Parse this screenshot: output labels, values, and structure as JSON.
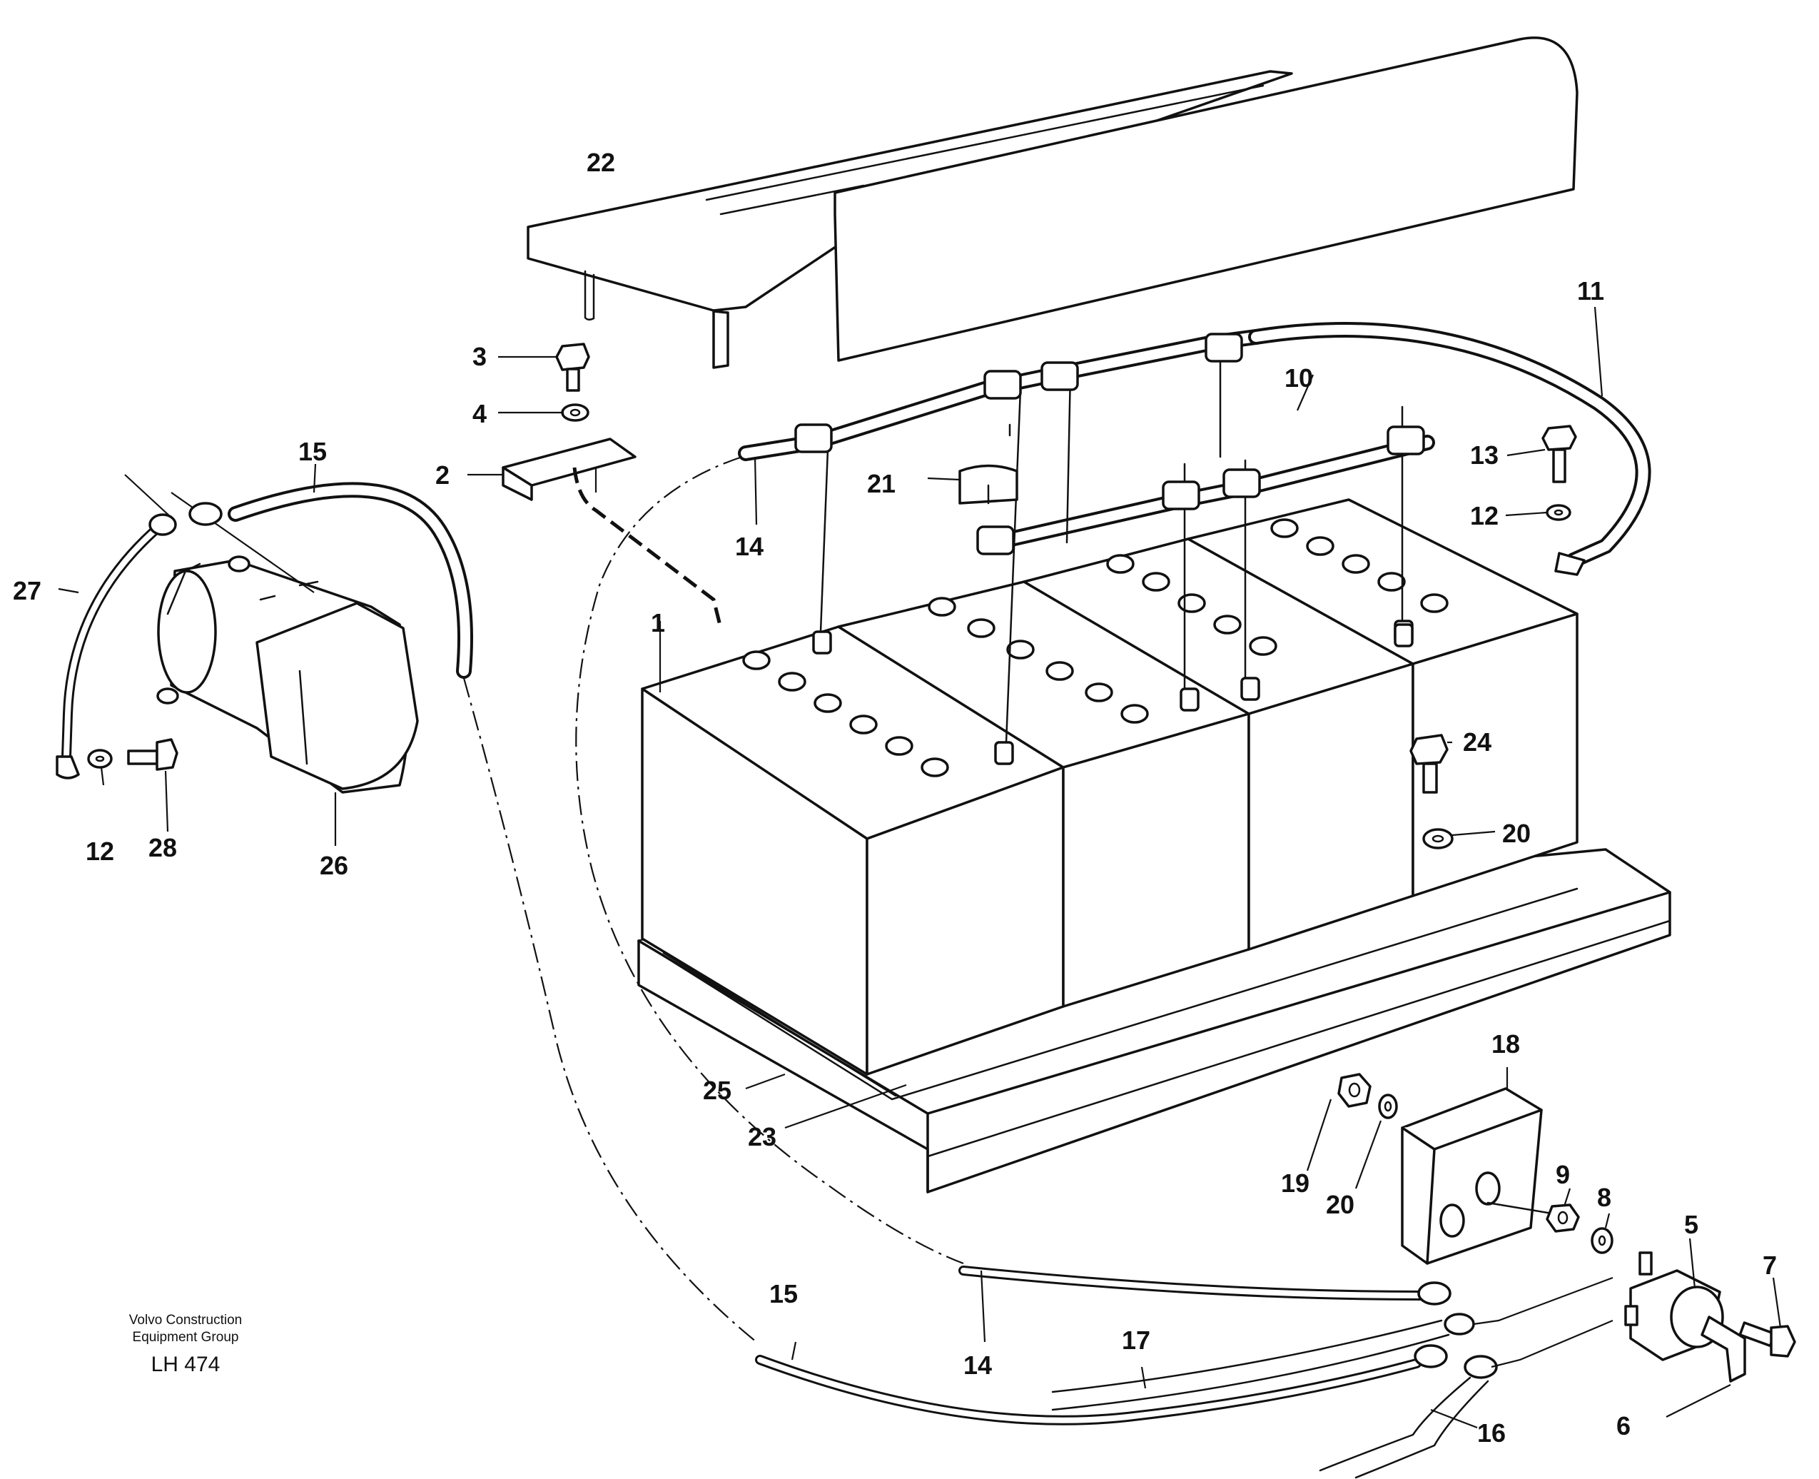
{
  "callouts": {
    "c1": "1",
    "c2": "2",
    "c3": "3",
    "c4": "4",
    "c5": "5",
    "c6": "6",
    "c7": "7",
    "c8": "8",
    "c9": "9",
    "c10": "10",
    "c11": "11",
    "c12a": "12",
    "c12b": "12",
    "c13": "13",
    "c14a": "14",
    "c14b": "14",
    "c15a": "15",
    "c15b": "15",
    "c16": "16",
    "c17": "17",
    "c18": "18",
    "c19": "19",
    "c20a": "20",
    "c20b": "20",
    "c21": "21",
    "c22": "22",
    "c23": "23",
    "c24": "24",
    "c25": "25",
    "c26": "26",
    "c27": "27",
    "c28": "28"
  },
  "caption": {
    "line1": "Volvo Construction",
    "line2": "Equipment Group",
    "code": "LH 474"
  }
}
